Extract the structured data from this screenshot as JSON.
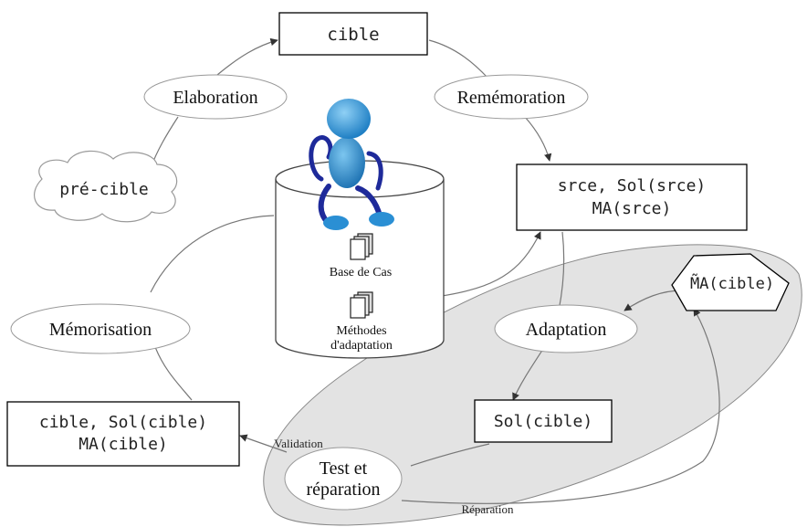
{
  "nodes": {
    "cible": "cible",
    "pre_cible": "pré-cible",
    "srce_line1": "srce, Sol(srce)",
    "srce_line2": "MA(srce)",
    "ma_cible_hexagon": "M̃A(cible)",
    "sol_cible": "Sol(cible)",
    "memorized_line1": "cible, Sol(cible)",
    "memorized_line2": "MA(cible)"
  },
  "steps": {
    "elaboration": "Elaboration",
    "rememoration": "Remémoration",
    "adaptation": "Adaptation",
    "memorisation": "Mémorisation",
    "test_line1": "Test et",
    "test_line2": "réparation"
  },
  "database": {
    "base_de_cas": "Base de Cas",
    "methodes_line1": "Méthodes",
    "methodes_line2": "d'adaptation"
  },
  "edges": {
    "validation": "Validation",
    "reparation": "Réparation"
  },
  "colors": {
    "region_fill": "#e3e3e3",
    "line": "#555555",
    "figure_blue": "#2f8fd0",
    "figure_dark": "#1e2a9a"
  }
}
